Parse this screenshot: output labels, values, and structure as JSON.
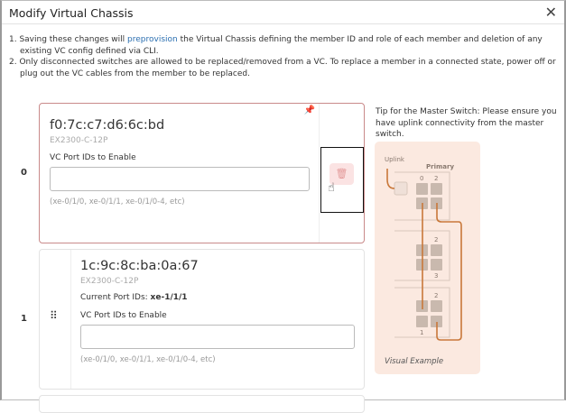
{
  "dialog": {
    "title": "Modify Virtual Chassis",
    "close_icon": "close-icon"
  },
  "notes": {
    "n1_prefix": "1. Saving these changes will ",
    "n1_link": "preprovision",
    "n1_suffix": " the Virtual Chassis defining the member ID and role of each member and deletion of any existing VC config defined via CLI.",
    "n2": "2. Only disconnected switches are allowed to be replaced/removed from a VC. To replace a member in a connected state, power off or plug out the VC cables from the member to be replaced."
  },
  "members": [
    {
      "index": "0",
      "mac": "f0:7c:c7:d6:6c:bd",
      "model": "EX2300-C-12P",
      "port_label": "VC Port IDs to Enable",
      "port_value": "",
      "hint": "(xe-0/1/0, xe-0/1/1, xe-0/1/0-4, etc)"
    },
    {
      "index": "1",
      "mac": "1c:9c:8c:ba:0a:67",
      "model": "EX2300-C-12P",
      "current_label": "Current Port IDs: ",
      "current_value": "xe-1/1/1",
      "port_label": "VC Port IDs to Enable",
      "port_value": "",
      "hint": "(xe-0/1/0, xe-0/1/1, xe-0/1/0-4, etc)"
    }
  ],
  "tip": {
    "text": "Tip for the Master Switch: Please ensure you have uplink connectivity from the master switch.",
    "uplink": "Uplink",
    "primary": "Primary",
    "caption": "Visual Example",
    "port_labels": {
      "a": "0",
      "b": "2",
      "c": "1",
      "d": "3"
    }
  },
  "colors": {
    "accent": "#2a6eb0",
    "cable": "#c9783a",
    "danger": "#d9534f"
  }
}
